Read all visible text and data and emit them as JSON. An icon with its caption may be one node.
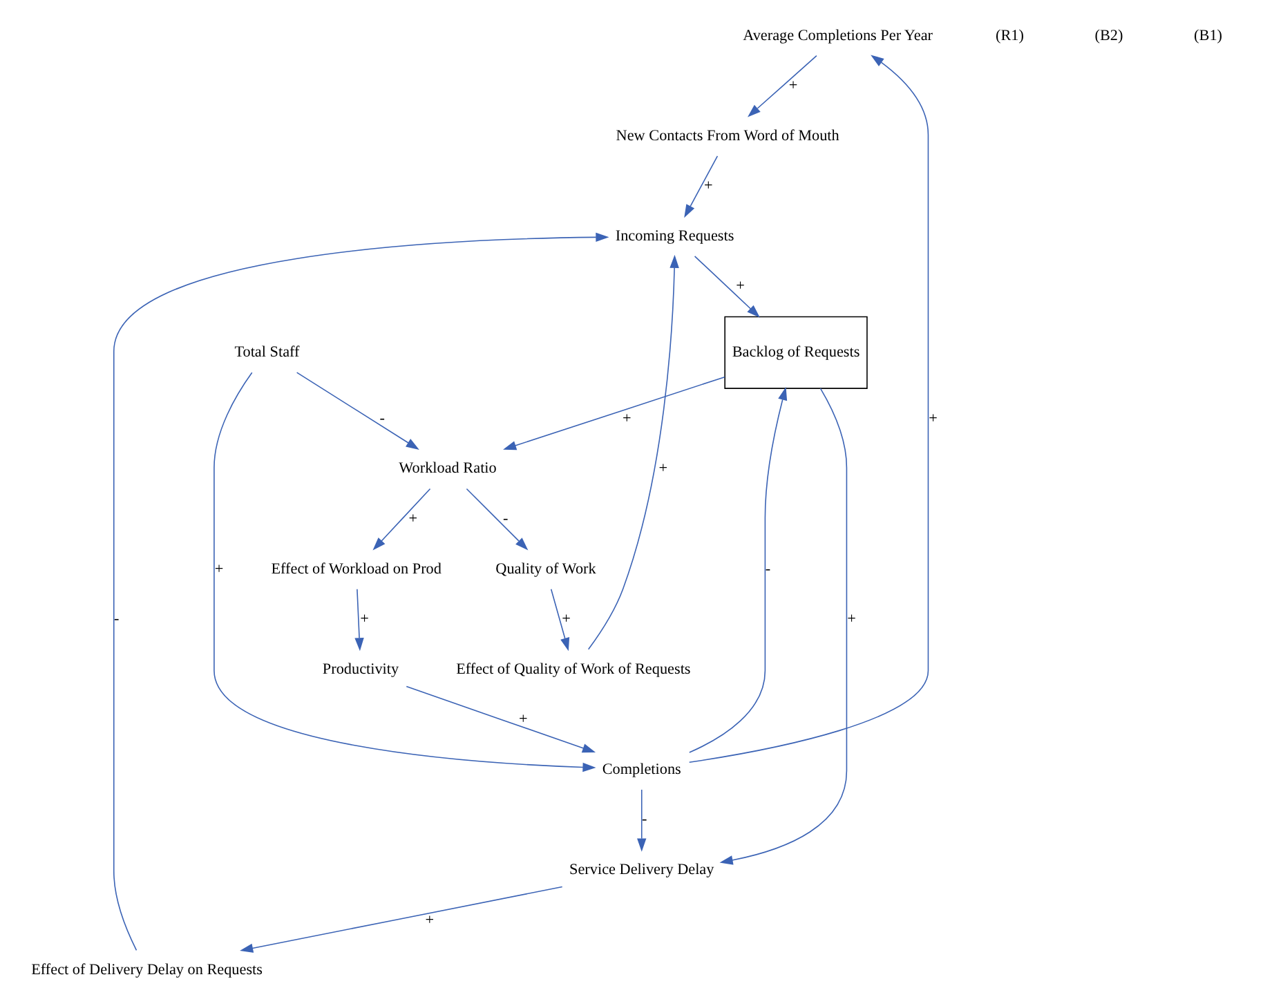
{
  "diagram": {
    "nodes": [
      {
        "text": [
          "Average Completions Per Year"
        ]
      },
      {
        "text": [
          "New Contacts From Word of Mouth"
        ]
      },
      {
        "text": [
          "Effect of Delivery Delay on Requests"
        ]
      },
      {
        "text": [
          "Service Delivery Delay"
        ]
      },
      {
        "text": [
          "Incoming Requests"
        ]
      },
      {
        "text": [
          "Backlog of Requests"
        ]
      },
      {
        "text": [
          "Completions"
        ]
      },
      {
        "text": [
          "Productivity"
        ]
      },
      {
        "text": [
          "Workload Ratio"
        ]
      },
      {
        "text": [
          "Effect of Workload on Prod"
        ]
      },
      {
        "text": [
          "Effect of Quality of Work of Requests"
        ]
      },
      {
        "text": [
          "Quality of Work"
        ]
      },
      {
        "text": [
          "Total Staff"
        ]
      }
    ],
    "edges": [
      {
        "from": 0,
        "to": 1,
        "arrow": "to",
        "label": "+"
      },
      {
        "from": 1,
        "to": 4,
        "arrow": "to",
        "label": "+"
      },
      {
        "from": 3,
        "to": 2,
        "arrow": "to",
        "label": "+"
      },
      {
        "from": 2,
        "to": 4,
        "arrow": "to",
        "label": "-"
      },
      {
        "from": 4,
        "to": 5,
        "arrow": "to",
        "label": "+"
      },
      {
        "from": 5,
        "to": 3,
        "arrow": "to",
        "label": "+"
      },
      {
        "from": 6,
        "to": 3,
        "arrow": "to",
        "label": "-"
      },
      {
        "from": 6,
        "to": 0,
        "arrow": "to",
        "label": "+"
      },
      {
        "from": 6,
        "to": 5,
        "arrow": "to",
        "label": "-"
      },
      {
        "from": 5,
        "to": 8,
        "arrow": "to",
        "label": "+"
      },
      {
        "from": 8,
        "to": 9,
        "arrow": "to",
        "label": "+"
      },
      {
        "from": 9,
        "to": 7,
        "arrow": "to",
        "label": "+"
      },
      {
        "from": 7,
        "to": 6,
        "arrow": "to",
        "label": "+"
      },
      {
        "from": 12,
        "to": 8,
        "arrow": "to",
        "label": "-"
      },
      {
        "from": 12,
        "to": 6,
        "arrow": "to",
        "label": "+"
      },
      {
        "from": 8,
        "to": 11,
        "arrow": "to",
        "label": "-"
      },
      {
        "from": 11,
        "to": 10,
        "arrow": "to",
        "label": "+"
      },
      {
        "from": 10,
        "to": 4,
        "arrow": "to",
        "label": "+"
      }
    ],
    "labels": [
      "(R1)",
      "(B2)",
      "(B1)"
    ]
  }
}
